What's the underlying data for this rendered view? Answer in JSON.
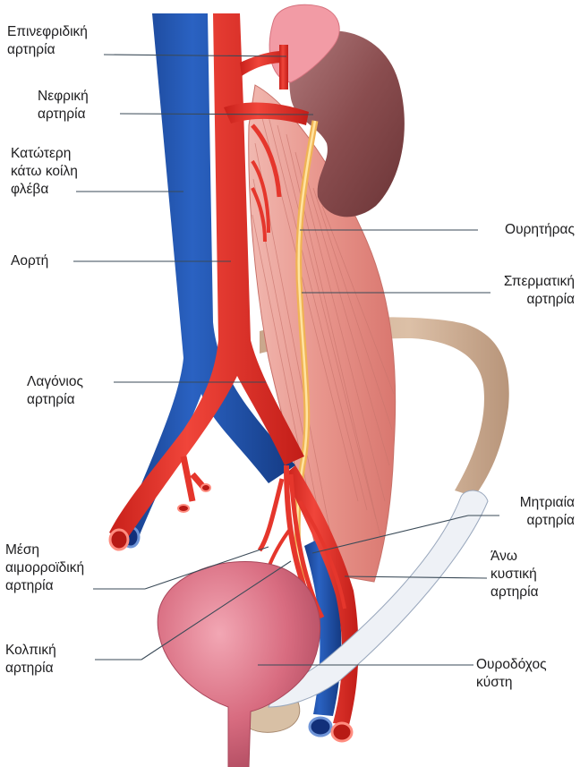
{
  "labels": {
    "adrenal_artery": "Επινεφριδική\nαρτηρία",
    "renal_artery": "Νεφρική\nαρτηρία",
    "inferior_vena_cava": "Κατώτερη\nκάτω κοίλη\nφλέβα",
    "aorta": "Αορτή",
    "iliac_artery": "Λαγόνιος\nαρτηρία",
    "middle_rectal_artery": "Μέση\nαιμορροϊδική\nαρτηρία",
    "vaginal_artery": "Κολπική\nαρτηρία",
    "ureter": "Ουρητήρας",
    "spermatic_artery": "Σπερματική\nαρτηρία",
    "uterine_artery": "Μητριαία\nαρτηρία",
    "superior_vesical_artery": "Άνω\nκυστική\nαρτηρία",
    "urinary_bladder": "Ουροδόχος\nκύστη"
  },
  "colors": {
    "vein": "#1f4fa3",
    "artery": "#e52b24",
    "muscle": "#e89b94",
    "kidney": "#8a4a4c",
    "adrenal": "#f19aa2",
    "ureter": "#f3c36a",
    "pelvis": "#d5b69a",
    "bladder": "#d96f82",
    "leader": "#3a4a57"
  }
}
